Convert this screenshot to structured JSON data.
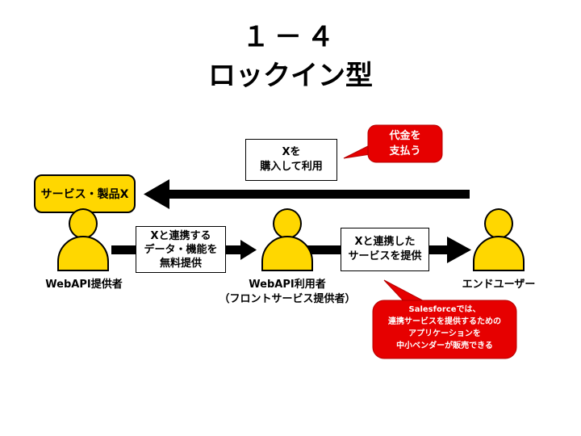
{
  "title": {
    "number": "１－４",
    "main": "ロックイン型"
  },
  "product_box": {
    "label": "サービス・製品X"
  },
  "actors": [
    {
      "label": "WebAPI提供者"
    },
    {
      "label": "WebAPI利用者",
      "sublabel": "（フロントサービス提供者）"
    },
    {
      "label": "エンドユーザー"
    }
  ],
  "flows": {
    "purchase": {
      "lines": [
        "Xを",
        "購入して利用"
      ]
    },
    "link_data": {
      "lines": [
        "Xと連携する",
        "データ・機能を",
        "無料提供"
      ]
    },
    "link_service": {
      "lines": [
        "Xと連携した",
        "サービスを提供"
      ]
    }
  },
  "callouts": {
    "payment": {
      "lines": [
        "代金を",
        "支払う"
      ]
    },
    "salesforce": {
      "lines": [
        "Salesforceでは、",
        "連携サービスを提供するための",
        "アプリケーションを",
        "中小ベンダーが販売できる"
      ]
    }
  },
  "colors": {
    "person": "#ffd700",
    "callout": "#e60000",
    "arrow": "#000000"
  }
}
